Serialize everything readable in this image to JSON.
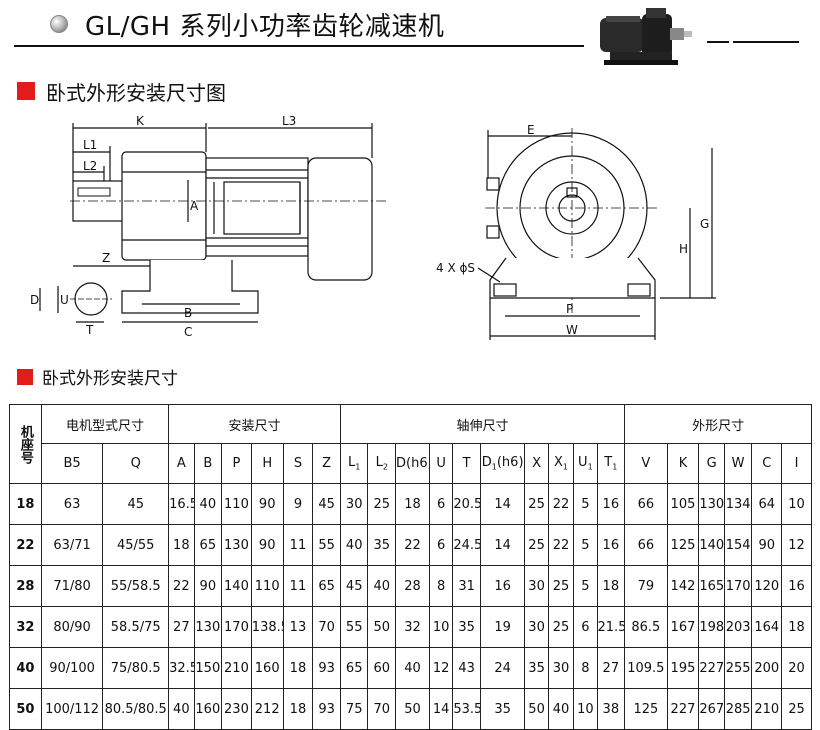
{
  "header": {
    "title": "GL/GH 系列小功率齿轮减速机"
  },
  "sections": {
    "drawing_title": "卧式外形安装尺寸图",
    "table_title": "卧式外形安装尺寸"
  },
  "drawing_labels": {
    "K": "K",
    "L1": "L1",
    "L2": "L2",
    "L3": "L3",
    "A": "A",
    "Z": "Z",
    "D": "D",
    "U": "U",
    "T": "T",
    "B": "B",
    "C": "C",
    "E": "E",
    "G": "G",
    "H": "H",
    "P": "P",
    "W": "W",
    "S": "4 X ϕS"
  },
  "table": {
    "frame_header": "机座号",
    "groups": {
      "model": "电机型式尺寸",
      "install": "安装尺寸",
      "shaft": "轴伸尺寸",
      "outline": "外形尺寸"
    },
    "columns": [
      "B5",
      "Q",
      "A",
      "B",
      "P",
      "H",
      "S",
      "Z",
      "L1",
      "L2",
      "D(h6)",
      "U",
      "T",
      "D1(h6)",
      "X",
      "X1",
      "U1",
      "T1",
      "V",
      "K",
      "G",
      "W",
      "C",
      "I"
    ],
    "rows": [
      {
        "frame": "18",
        "cells": [
          "63",
          "45",
          "16.5",
          "40",
          "110",
          "90",
          "9",
          "45",
          "30",
          "25",
          "18",
          "6",
          "20.5",
          "14",
          "25",
          "22",
          "5",
          "16",
          "66",
          "105",
          "130",
          "134",
          "64",
          "10"
        ]
      },
      {
        "frame": "22",
        "cells": [
          "63/71",
          "45/55",
          "18",
          "65",
          "130",
          "90",
          "11",
          "55",
          "40",
          "35",
          "22",
          "6",
          "24.5",
          "14",
          "25",
          "22",
          "5",
          "16",
          "66",
          "125",
          "140",
          "154",
          "90",
          "12"
        ]
      },
      {
        "frame": "28",
        "cells": [
          "71/80",
          "55/58.5",
          "22",
          "90",
          "140",
          "110",
          "11",
          "65",
          "45",
          "40",
          "28",
          "8",
          "31",
          "16",
          "30",
          "25",
          "5",
          "18",
          "79",
          "142",
          "165",
          "170",
          "120",
          "16"
        ]
      },
      {
        "frame": "32",
        "cells": [
          "80/90",
          "58.5/75",
          "27",
          "130",
          "170",
          "138.5",
          "13",
          "70",
          "55",
          "50",
          "32",
          "10",
          "35",
          "19",
          "30",
          "25",
          "6",
          "21.5",
          "86.5",
          "167",
          "198",
          "203",
          "164",
          "18"
        ]
      },
      {
        "frame": "40",
        "cells": [
          "90/100",
          "75/80.5",
          "32.5",
          "150",
          "210",
          "160",
          "18",
          "93",
          "65",
          "60",
          "40",
          "12",
          "43",
          "24",
          "35",
          "30",
          "8",
          "27",
          "109.5",
          "195",
          "227",
          "255",
          "200",
          "20"
        ]
      },
      {
        "frame": "50",
        "cells": [
          "100/112",
          "80.5/80.5",
          "40",
          "160",
          "230",
          "212",
          "18",
          "93",
          "75",
          "70",
          "50",
          "14",
          "53.5",
          "35",
          "50",
          "40",
          "10",
          "38",
          "125",
          "227",
          "267",
          "285",
          "210",
          "25"
        ]
      }
    ]
  }
}
